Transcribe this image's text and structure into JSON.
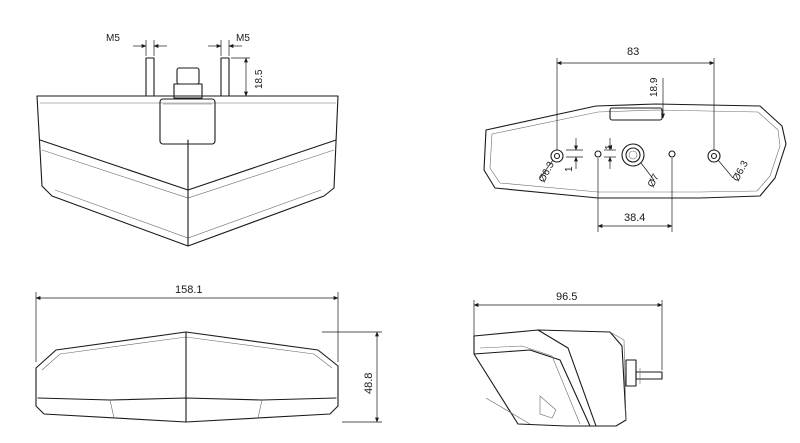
{
  "dimensions": {
    "front": {
      "left_thread": "M5",
      "right_thread": "M5",
      "stud_height": "18.5"
    },
    "rear": {
      "width": "83",
      "height": "18.9",
      "left_hole": "Ø6.3",
      "right_hole": "Ø6.3",
      "left_offset": "1",
      "right_offset": "1",
      "center_hole": "Ø7",
      "spacing": "38.4"
    },
    "bottom": {
      "width": "158.1",
      "height": "48.8"
    },
    "side": {
      "depth": "96.5"
    }
  }
}
